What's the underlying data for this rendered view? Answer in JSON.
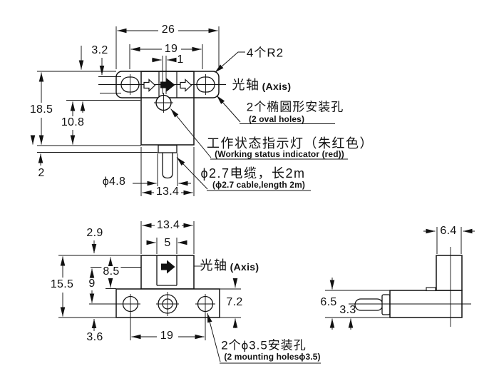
{
  "drawing_title": "photoelectric-sensor-dimension-drawing",
  "colors": {
    "line": "#111111",
    "background": "#ffffff",
    "arrow_fill": "#111111"
  },
  "front_view": {
    "dims": {
      "overall_width": "26",
      "hole_span": "19",
      "slit_width": "1",
      "axis_offset": "3.2",
      "overall_height": "18.5",
      "body_depth": "10.8",
      "step": "2",
      "bushing_dia": "ϕ4.8",
      "body_width": "13.4"
    },
    "labels": {
      "corner_radius": "4个R2",
      "axis_cn": "光轴",
      "axis_en": "(Axis)",
      "oval_cn": "2个椭圆形安装孔",
      "oval_en": "(2 oval holes)",
      "indicator_cn": "工作状态指示灯（朱红色）",
      "indicator_en": "(Working status indicator (red))",
      "cable_cn": "ϕ2.7电缆，长2m",
      "cable_en": "(ϕ2.7 cable,length 2m)"
    }
  },
  "top_view": {
    "dims": {
      "fork_width": "13.4",
      "slot_width": "5",
      "axis_depth": "2.9",
      "fork_depth": "8.5",
      "hole_offset": "9",
      "overall_depth": "15.5",
      "edge_margin": "3.6",
      "hole_span": "19",
      "base_depth": "7.2"
    },
    "labels": {
      "axis_cn": "光轴",
      "axis_en": "(Axis)",
      "mounting_cn": "2个ϕ3.5安装孔",
      "mounting_en": "(2 mounting holesϕ3.5)"
    }
  },
  "side_view": {
    "dims": {
      "head_width": "6.4",
      "body_height": "6.5",
      "axis_height": "3.3"
    }
  }
}
